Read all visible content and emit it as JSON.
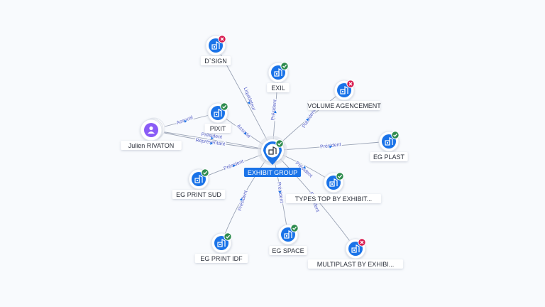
{
  "colors": {
    "accent": "#1a73e8",
    "active": "#2e8b4e",
    "closed": "#d81b50",
    "edge": "#9aa3b5",
    "edge_label": "#5a63c8",
    "person": "#8a5cf6"
  },
  "center": {
    "label": "EXHIBIT GROUP",
    "icon": "building-icon",
    "status": "active"
  },
  "person": {
    "label": "Julien RIVATON",
    "icon": "user-icon"
  },
  "companies": [
    {
      "id": "dsign",
      "label": "D`SIGN",
      "status": "closed",
      "icon": "building-icon"
    },
    {
      "id": "exil",
      "label": "EXIL",
      "status": "active",
      "icon": "building-icon"
    },
    {
      "id": "volume",
      "label": "VOLUME AGENCEMENT",
      "status": "closed",
      "icon": "building-icon"
    },
    {
      "id": "pixit",
      "label": "PIXIT",
      "status": "active",
      "icon": "building-icon"
    },
    {
      "id": "egplast",
      "label": "EG PLAST",
      "status": "active",
      "icon": "building-icon"
    },
    {
      "id": "egprintsud",
      "label": "EG PRINT SUD",
      "status": "active",
      "icon": "building-icon"
    },
    {
      "id": "typestop",
      "label": "TYPES TOP BY EXHIBIT...",
      "status": "active",
      "icon": "building-icon"
    },
    {
      "id": "egprintidf",
      "label": "EG PRINT IDF",
      "status": "active",
      "icon": "building-icon"
    },
    {
      "id": "egspace",
      "label": "EG SPACE",
      "status": "active",
      "icon": "building-icon"
    },
    {
      "id": "multiplast",
      "label": "MULTIPLAST BY EXHIBI...",
      "status": "closed",
      "icon": "building-icon"
    }
  ],
  "edges": [
    {
      "from": "center",
      "to": "dsign",
      "label": "Liquidateur"
    },
    {
      "from": "center",
      "to": "exil",
      "label": "Président"
    },
    {
      "from": "center",
      "to": "volume",
      "label": "Président"
    },
    {
      "from": "center",
      "to": "pixit",
      "label": "Associé"
    },
    {
      "from": "center",
      "to": "egplast",
      "label": "Président"
    },
    {
      "from": "center",
      "to": "egprintsud",
      "label": "Président"
    },
    {
      "from": "center",
      "to": "typestop",
      "label": "Président"
    },
    {
      "from": "center",
      "to": "egprintidf",
      "label": "Président"
    },
    {
      "from": "center",
      "to": "egspace",
      "label": "Président"
    },
    {
      "from": "center",
      "to": "multiplast",
      "label": "Président"
    },
    {
      "from": "person",
      "to": "pixit",
      "label": "Associé"
    },
    {
      "from": "person",
      "to": "center",
      "label": "Président"
    },
    {
      "from": "person",
      "to": "center",
      "label": "Représentant"
    }
  ]
}
